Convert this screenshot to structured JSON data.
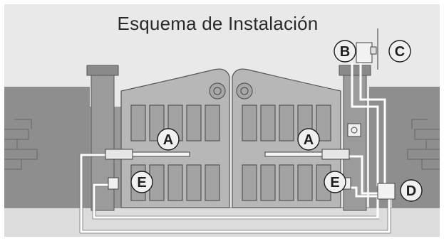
{
  "title": "Esquema de Instalación",
  "callouts": {
    "a_left": "A",
    "a_right": "A",
    "b": "B",
    "c": "C",
    "d": "D",
    "e_left": "E",
    "e_right": "E"
  },
  "colors": {
    "background": "#e8e8e8",
    "wall": "#8f8f8f",
    "gate": "#b5b5b5",
    "gate_outline": "#555555",
    "cable": "#ffffff",
    "ground": "#d9d9d9"
  }
}
